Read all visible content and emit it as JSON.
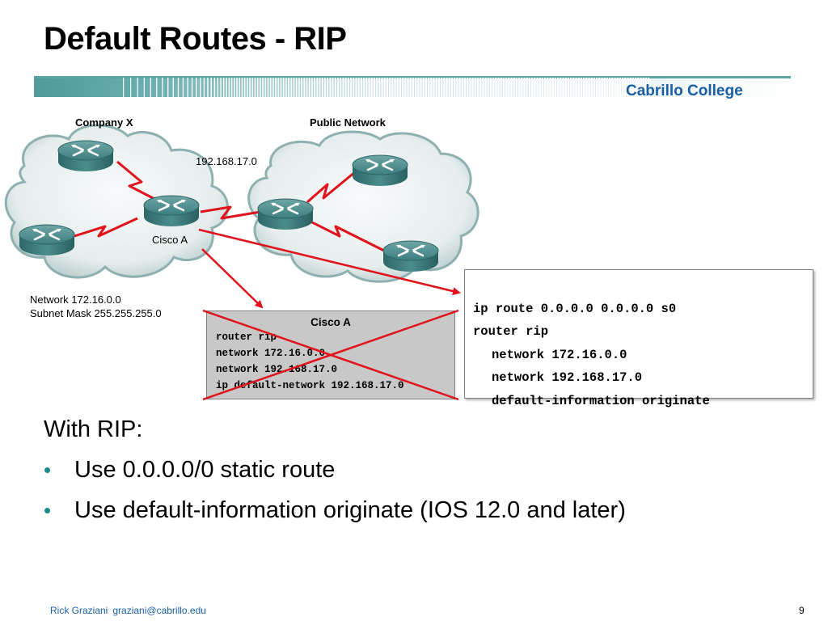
{
  "slide": {
    "title": "Default Routes - RIP",
    "brand": "Cabrillo College"
  },
  "diagram": {
    "company_label": "Company X",
    "public_label": "Public Network",
    "link_label": "192.168.17.0",
    "router_label": "Cisco A",
    "network_info": [
      "Network 172.16.0.0",
      "Subnet Mask 255.255.255.0"
    ],
    "colors": {
      "link": "#e0121b",
      "router": "#3d7f7f",
      "cloud": "#e8eeee"
    }
  },
  "config_box": {
    "lines": [
      "ip route 0.0.0.0 0.0.0.0 s0",
      "router rip",
      "network 172.16.0.0",
      "network 192.168.17.0",
      "default-information originate"
    ]
  },
  "old_config": {
    "title": "Cisco A",
    "lines": [
      "router rip",
      "network 172.16.0.0",
      "network 192.168.17.0",
      "ip default-network 192.168.17.0"
    ]
  },
  "body": {
    "intro": "With RIP:",
    "bullets": [
      "Use 0.0.0.0/0 static route",
      "Use default-information originate (IOS 12.0 and later)"
    ]
  },
  "footer": {
    "author": "Rick Graziani",
    "email": "graziani@cabrillo.edu",
    "page": "9"
  }
}
